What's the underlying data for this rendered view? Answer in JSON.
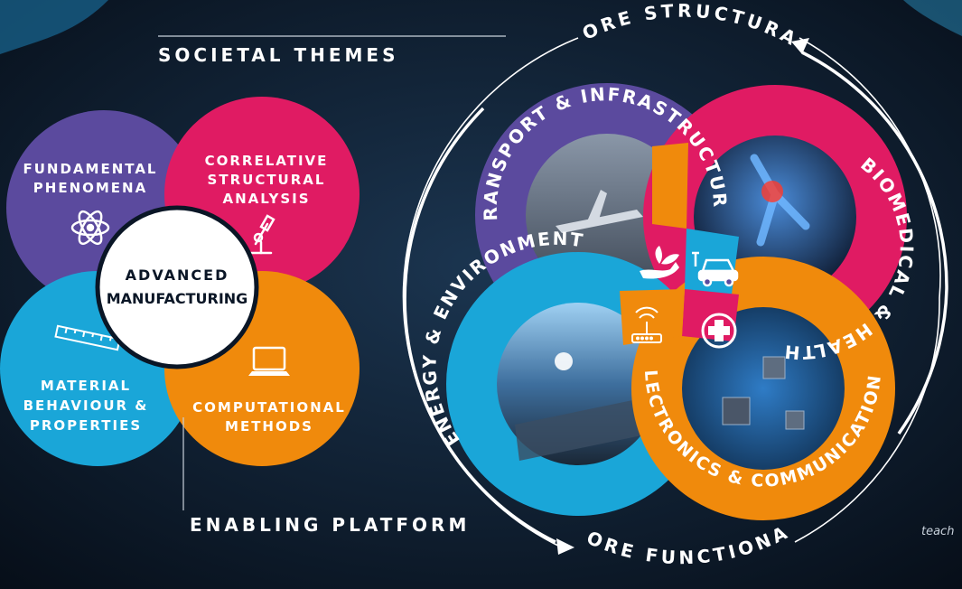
{
  "left": {
    "societal_themes": "SOCIETAL THEMES",
    "enabling_platform": "ENABLING PLATFORM",
    "center": [
      "ADVANCED",
      "MANUFACTURING"
    ],
    "petals": {
      "fundamental": {
        "lines": [
          "FUNDAMENTAL",
          "PHENOMENA"
        ],
        "color": "#5b4a9e",
        "icon": "atom-icon"
      },
      "correlative": {
        "lines": [
          "CORRELATIVE",
          "STRUCTURAL",
          "ANALYSIS"
        ],
        "color": "#e01b63",
        "icon": "microscope-icon"
      },
      "material": {
        "lines": [
          "MATERIAL",
          "BEHAVIOUR &",
          "PROPERTIES"
        ],
        "color": "#1aa6d8",
        "icon": "ruler-icon"
      },
      "computational": {
        "lines": [
          "COMPUTATIONAL",
          "METHODS"
        ],
        "color": "#f08a0c",
        "icon": "laptop-icon"
      }
    }
  },
  "right": {
    "more_structural": "MORE STRUCTURAL",
    "more_functional": "MORE FUNCTIONAL",
    "rings": {
      "transport": {
        "label": "TRANSPORT & INFRASTRUCTURE",
        "color": "#5b4a9e",
        "icon": "car-icon"
      },
      "biomedical": {
        "label": "BIOMEDICAL & HEALTH",
        "color": "#e01b63",
        "icon": "medical-cross-icon"
      },
      "energy": {
        "label": "ENERGY & ENVIRONMENT",
        "color": "#1aa6d8",
        "icon": "plant-in-hand-icon"
      },
      "electronics": {
        "label": "ELECTRONICS & COMMUNICATIONS",
        "color": "#f08a0c",
        "icon": "router-icon"
      }
    },
    "corner_text": "teach"
  }
}
